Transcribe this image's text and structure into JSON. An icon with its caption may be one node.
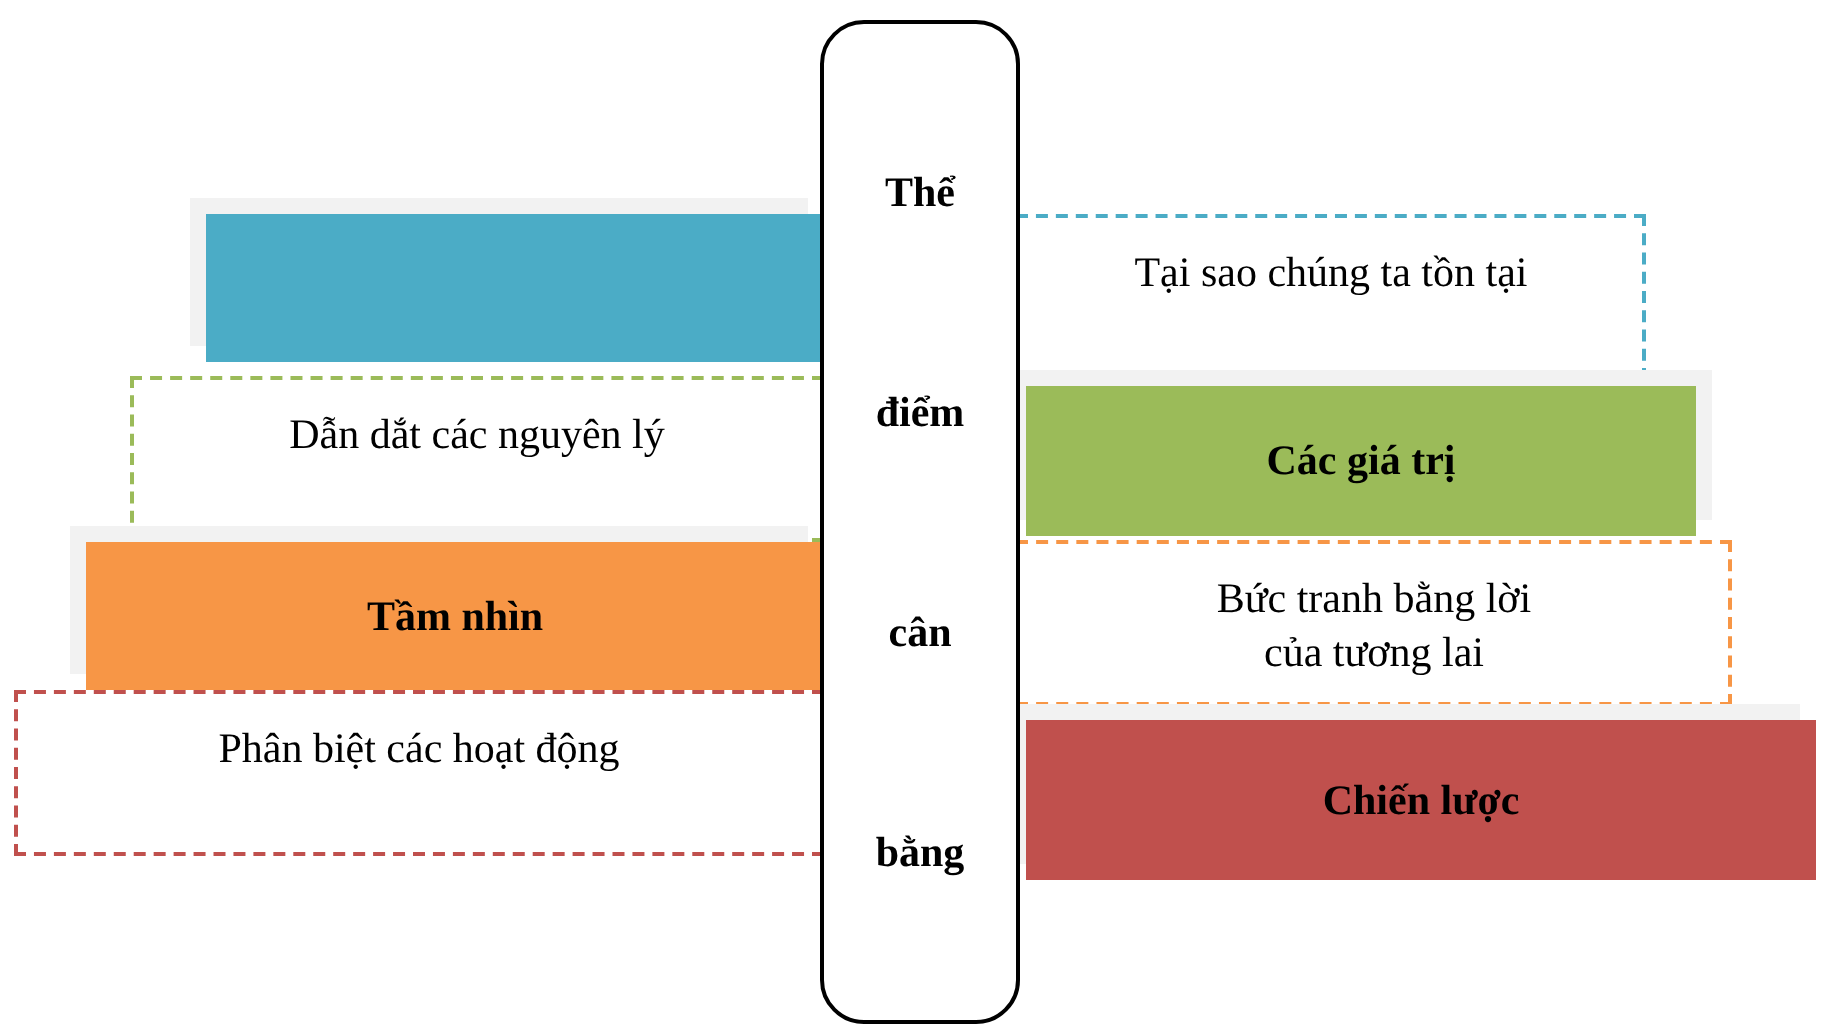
{
  "diagram": {
    "nodes": [
      {
        "text": [
          "Thể điểm cân bằng"
        ]
      },
      {
        "text": [],
        "shape": "box"
      },
      {
        "text": [
          "Tại sao chúng ta tồn tại"
        ]
      },
      {
        "text": [
          "Dẫn dắt các nguyên lý"
        ]
      },
      {
        "text": [
          "Các giá trị"
        ]
      },
      {
        "text": [
          "Tầm nhìn"
        ]
      },
      {
        "text": [
          "Bức tranh bằng lời của tương lai"
        ]
      },
      {
        "text": [
          "Phân biệt các hoạt động"
        ]
      },
      {
        "text": [
          "Chiến lược"
        ]
      }
    ]
  }
}
